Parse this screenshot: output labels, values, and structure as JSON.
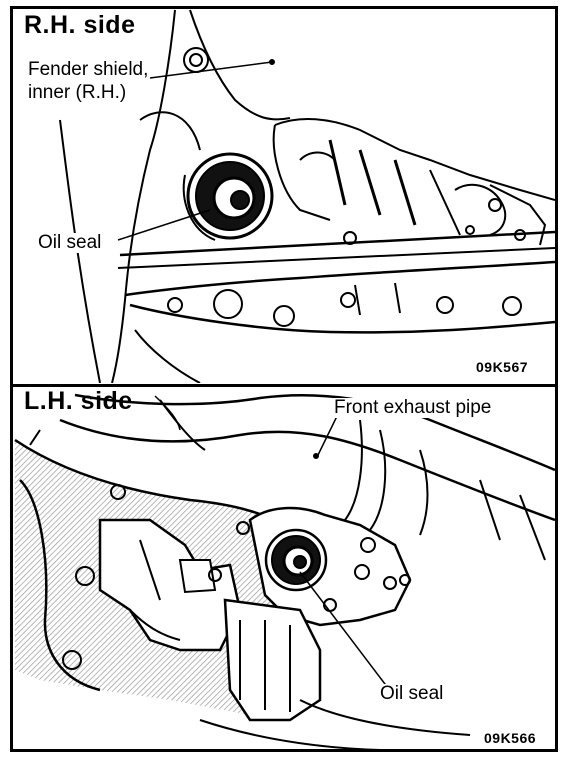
{
  "top_panel": {
    "title": "R.H.  side",
    "callout_fender_line1": "Fender shield,",
    "callout_fender_line2": "inner (R.H.)",
    "callout_oil_seal": "Oil seal",
    "figure_code": "09K567"
  },
  "bottom_panel": {
    "title": "L.H.  side",
    "callout_exhaust": "Front exhaust pipe",
    "callout_oil_seal": "Oil seal",
    "figure_code": "09K566"
  },
  "colors": {
    "ink": "#000000",
    "paper": "#ffffff",
    "hatch": "#555555"
  }
}
